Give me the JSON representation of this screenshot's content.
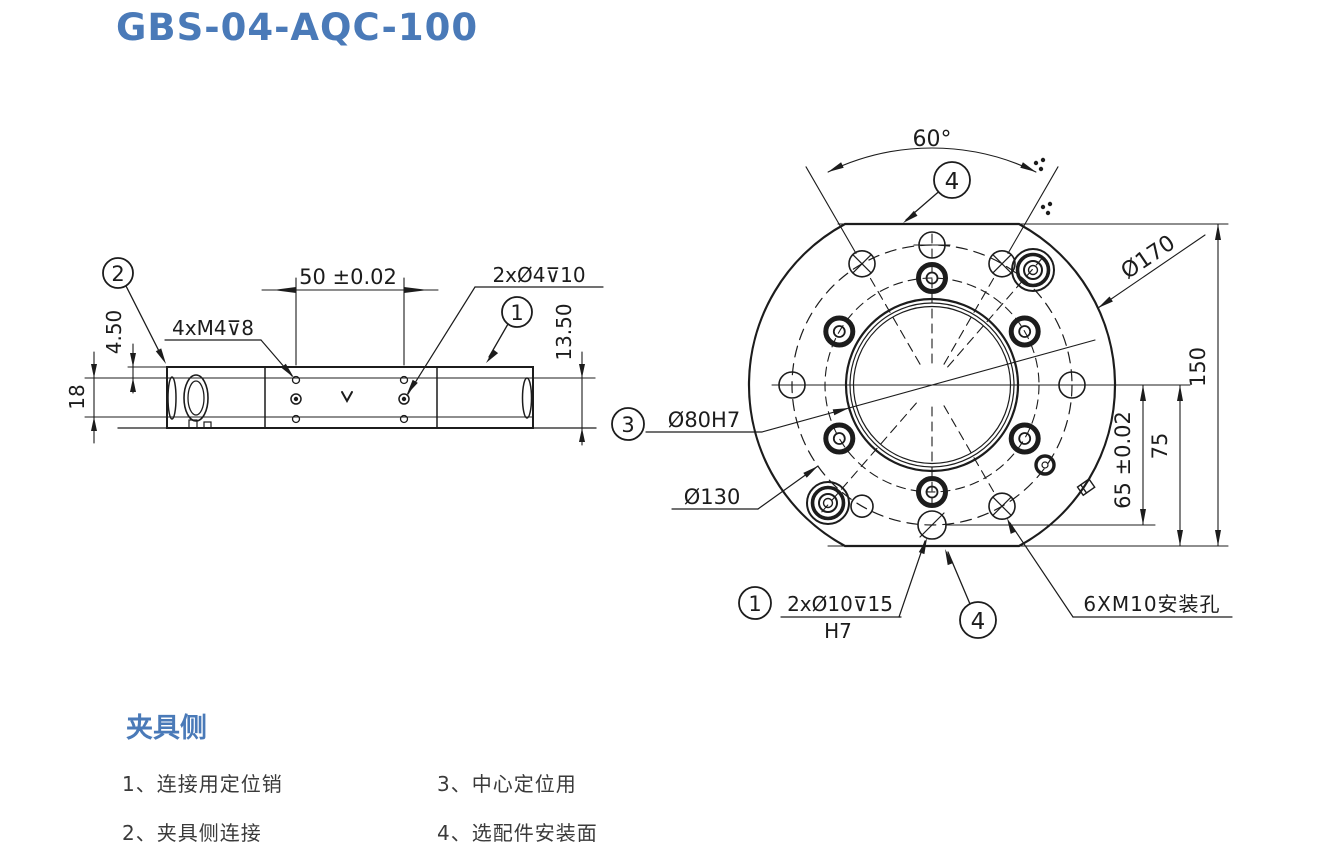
{
  "title": "GBS-04-AQC-100",
  "side_view": {
    "balloon_2": "2",
    "balloon_1": "1",
    "label_m4": "4xM4⊽8",
    "dim_50": "50 ±0.02",
    "label_phi4": "2xØ4⊽10",
    "dim_450": "4.50",
    "dim_18": "18",
    "dim_1350": "13.50"
  },
  "flange_view": {
    "dim_60": "60°",
    "balloon_4_top": "4",
    "balloon_4_bottom": "4",
    "balloon_3": "3",
    "balloon_1": "1",
    "dim_phi170": "Ø170",
    "dim_150": "150",
    "dim_75": "75",
    "dim_65": "65 ±0.02",
    "label_phi80": "Ø80H7",
    "label_phi130": "Ø130",
    "label_pin": "2xØ10⊽15",
    "label_pin_fit": "H7",
    "label_m10": "6XM10安装孔"
  },
  "legend": {
    "heading": "夹具侧",
    "items": [
      {
        "label": "1、连接用定位销"
      },
      {
        "label": "2、夹具侧连接"
      },
      {
        "label": "3、中心定位用"
      },
      {
        "label": "4、选配件安装面"
      }
    ]
  },
  "colors": {
    "accent_blue": "#4a7ab8",
    "line": "#1c1c1c"
  }
}
